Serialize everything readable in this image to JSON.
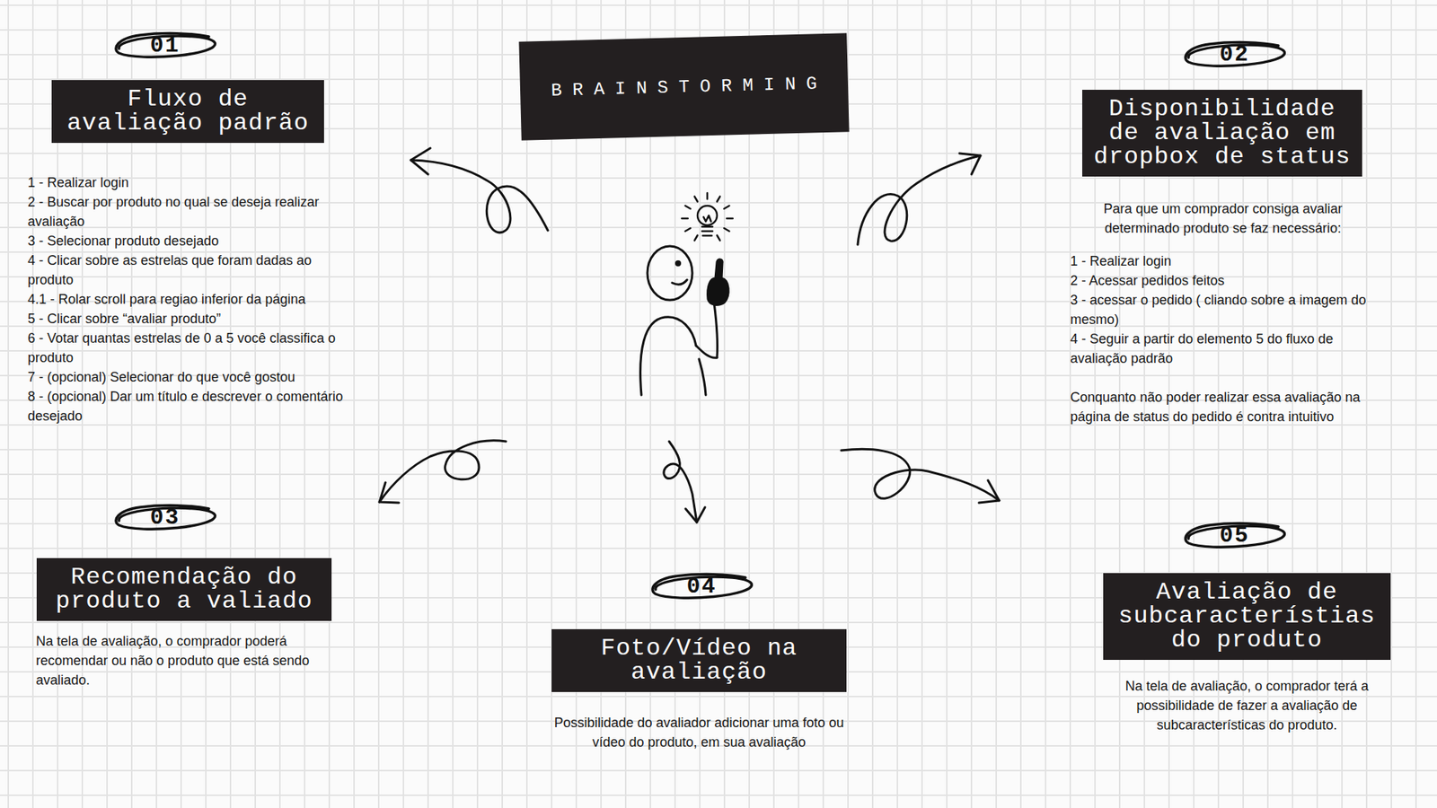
{
  "diagram": {
    "nodes": [
      {
        "text": [
          "BRAINSTORMING"
        ]
      },
      {
        "text": [
          "01"
        ]
      },
      {
        "text": [
          "Fluxo de avaliação padrão",
          "1 - Realizar login",
          "2 - Buscar por produto no qual se deseja realizar avaliação",
          "3 - Selecionar produto desejado",
          "4 - Clicar sobre as estrelas que foram dadas ao produto",
          "4.1 - Rolar scroll para regiao inferior da página",
          "5 - Clicar sobre “avaliar produto”",
          "6 - Votar quantas estrelas de 0 a 5 você classifica o produto",
          "7 - (opcional) Selecionar do que você gostou",
          "8 - (opcional) Dar um título e descrever o comentário desejado"
        ]
      },
      {
        "text": [
          "02"
        ]
      },
      {
        "text": [
          "Disponibilidade de avaliação em dropbox de status",
          "Para que um comprador consiga avaliar determinado produto se faz necessário:",
          "1 - Realizar login",
          "2 - Acessar pedidos feitos",
          "3 - acessar o pedido ( cliando sobre a imagem do mesmo)",
          "4 - Seguir a partir do elemento 5 do fluxo de avaliação padrão",
          "Conquanto não poder realizar essa avaliação na página de status do pedido é contra intuitivo"
        ]
      },
      {
        "text": [
          "03"
        ]
      },
      {
        "text": [
          "Recomendação do produto a valiado",
          "Na tela de avaliação, o comprador poderá recomendar ou não o produto que está sendo avaliado."
        ]
      },
      {
        "text": [
          "04"
        ]
      },
      {
        "text": [
          "Foto/Vídeo na avaliação",
          "Possibilidade do avaliador adicionar uma foto ou vídeo do produto, em sua avaliação"
        ]
      },
      {
        "text": [
          "05"
        ]
      },
      {
        "text": [
          "Avaliação de subcaracterístias do produto",
          "Na tela de avaliação, o comprador terá a possibilidade de fazer a avaliação de subcaracterísticas do produto."
        ]
      }
    ]
  }
}
